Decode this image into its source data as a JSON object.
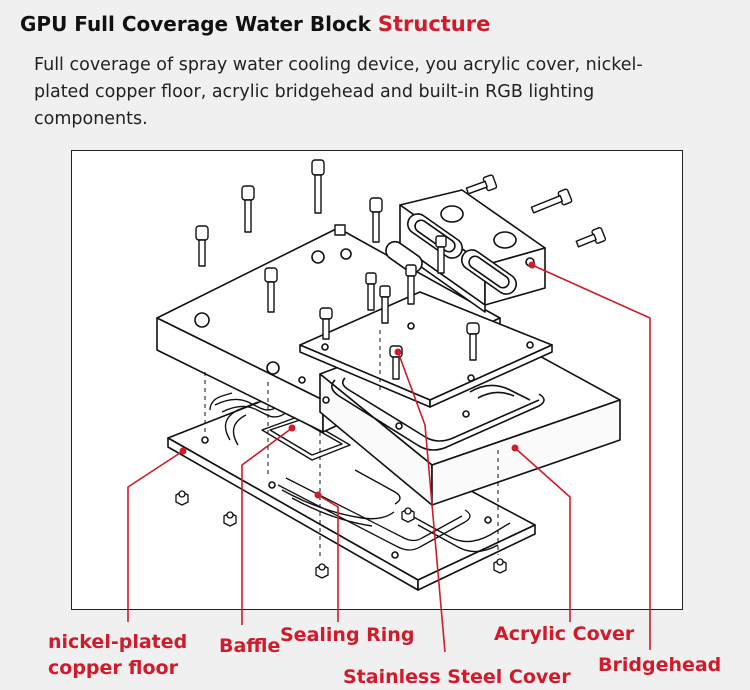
{
  "header": {
    "title_main": "GPU Full Coverage Water Block",
    "title_accent": "Structure",
    "description": "Full coverage of spray water cooling device, you acrylic cover, nickel-plated copper floor, acrylic bridgehead and built-in RGB lighting components."
  },
  "labels": {
    "copper_floor_line1": "nickel-plated",
    "copper_floor_line2": "copper floor",
    "baffle": "Baffle",
    "sealing_ring": "Sealing Ring",
    "acrylic_cover": "Acrylic Cover",
    "stainless_steel_cover": "Stainless Steel Cover",
    "bridgehead": "Bridgehead"
  },
  "colors": {
    "accent": "#d11a2a",
    "line": "#111111",
    "plate": "#ffffff"
  }
}
